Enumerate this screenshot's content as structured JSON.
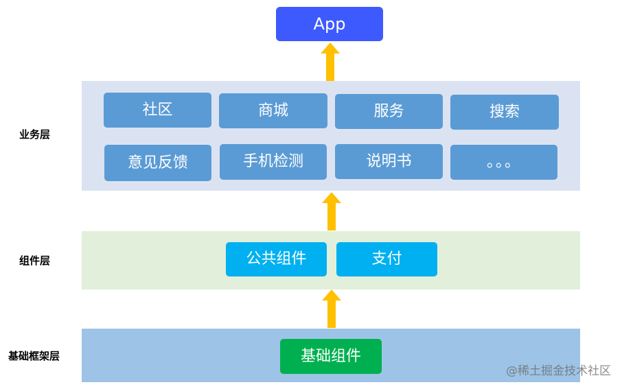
{
  "colors": {
    "app": "#3d5afe",
    "business_band": "#dbe3f2",
    "business_box": "#5b9bd5",
    "component_band": "#e2efda",
    "component_box": "#00b0f0",
    "base_band": "#9dc3e6",
    "base_box": "#00b050",
    "arrow": "#ffc000"
  },
  "app": {
    "label": "App"
  },
  "layers": {
    "business": {
      "label": "业务层",
      "modules": [
        "社区",
        "商城",
        "服务",
        "搜索",
        "意见反馈",
        "手机检测",
        "说明书",
        "。。。"
      ]
    },
    "component": {
      "label": "组件层",
      "modules": [
        "公共组件",
        "支付"
      ]
    },
    "base": {
      "label": "基础框架层",
      "modules": [
        "基础组件"
      ]
    }
  },
  "watermark": "@稀土掘金技术社区"
}
